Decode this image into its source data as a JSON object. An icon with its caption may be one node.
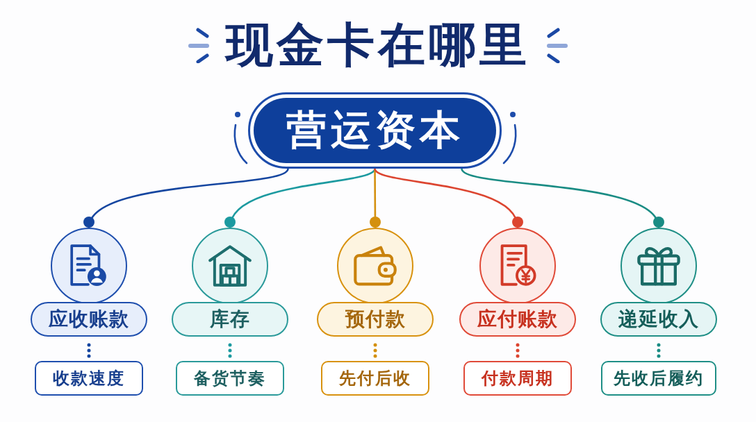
{
  "diagram": {
    "title": "现金卡在哪里",
    "nodes": [
      {
        "text": [
          "营运资本"
        ]
      },
      {
        "text": [],
        "shape": "circle"
      },
      {
        "text": [],
        "shape": "circle"
      },
      {
        "text": [],
        "shape": "circle"
      },
      {
        "text": [],
        "shape": "circle"
      },
      {
        "text": [],
        "shape": "circle"
      },
      {
        "text": [
          "应收账款"
        ]
      },
      {
        "text": [
          "库存"
        ]
      },
      {
        "text": [
          "预付款"
        ]
      },
      {
        "text": [
          "应付账款"
        ]
      },
      {
        "text": [
          "递延收入"
        ]
      },
      {
        "text": [
          "收款速度"
        ]
      },
      {
        "text": [
          "备货节奏"
        ]
      },
      {
        "text": [
          "先付后收"
        ]
      },
      {
        "text": [
          "付款周期"
        ]
      },
      {
        "text": [
          "先收后履约"
        ]
      }
    ],
    "edges": [
      {
        "from": 0,
        "to": 1,
        "arrow": "other",
        "color": "#1546a0"
      },
      {
        "from": 0,
        "to": 2,
        "arrow": "other",
        "color": "#1c9aa0"
      },
      {
        "from": 0,
        "to": 3,
        "arrow": "other",
        "color": "#d4900f"
      },
      {
        "from": 0,
        "to": 4,
        "arrow": "other",
        "color": "#dc4530"
      },
      {
        "from": 0,
        "to": 5,
        "arrow": "other",
        "color": "#1a8c84"
      },
      {
        "from": 6,
        "to": 11,
        "arrow": "none",
        "style": "dashed",
        "color": "#1546a0"
      },
      {
        "from": 7,
        "to": 12,
        "arrow": "none",
        "style": "dashed",
        "color": "#1c9aa0"
      },
      {
        "from": 8,
        "to": 13,
        "arrow": "none",
        "style": "dashed",
        "color": "#d4900f"
      },
      {
        "from": 9,
        "to": 14,
        "arrow": "none",
        "style": "dashed",
        "color": "#dc4530"
      },
      {
        "from": 10,
        "to": 15,
        "arrow": "none",
        "style": "dashed",
        "color": "#1a8c84"
      }
    ]
  }
}
